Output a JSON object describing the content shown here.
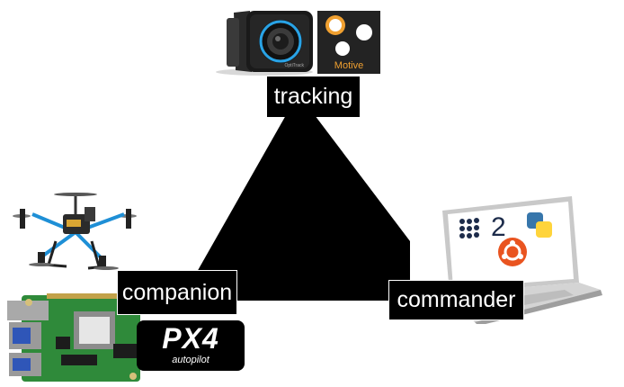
{
  "nodes": {
    "tracking": {
      "label": "tracking",
      "logo_text": "Motive"
    },
    "companion": {
      "label": "companion",
      "logo_text": "PX4",
      "logo_subtext": "autopilot"
    },
    "commander": {
      "label": "commander",
      "logo_text": "2"
    }
  },
  "colors": {
    "triangle": "#000000",
    "label_bg": "#000000",
    "label_text": "#ffffff",
    "motive_orange": "#f0a030",
    "drone_blue": "#1e8fd6",
    "pcb_green": "#2f8a3a",
    "ubuntu_orange": "#e95420",
    "python_blue": "#3776ab",
    "python_yellow": "#ffd43b"
  }
}
